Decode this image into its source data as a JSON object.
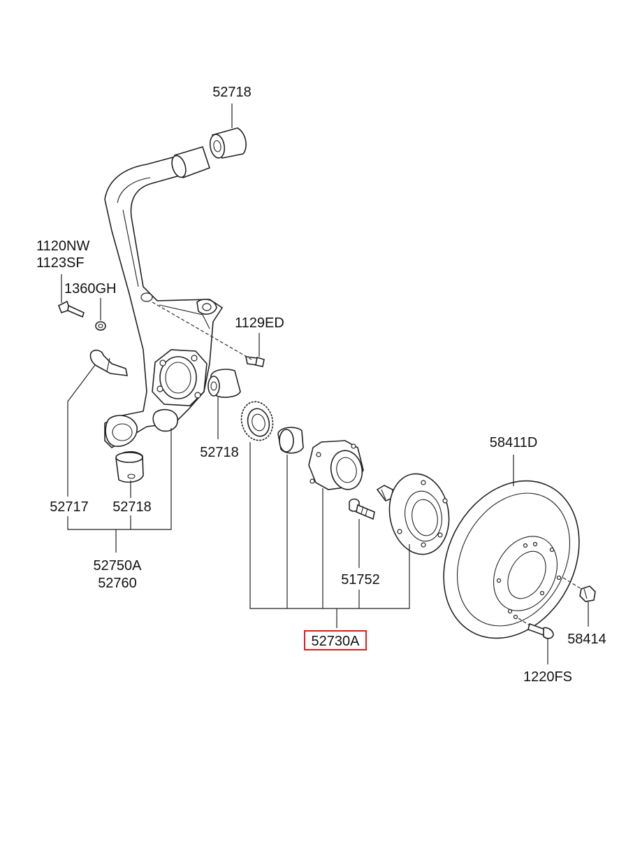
{
  "diagram": {
    "highlight_color": "#e21b1b",
    "labels": {
      "bushing_top": "52718",
      "bolt_1120nw": "1120NW",
      "bolt_1123sf": "1123SF",
      "washer_1360gh": "1360GH",
      "bolt_1129ed": "1129ED",
      "bushing_mid": "52718",
      "stud_52717": "52717",
      "bushing_low": "52718",
      "knuckle_a": "52750A",
      "knuckle_b": "52760",
      "disc": "58411D",
      "hub_bolt": "51752",
      "hub_assy": "52730A",
      "screw_58414": "58414",
      "screw_1220fs": "1220FS"
    }
  }
}
